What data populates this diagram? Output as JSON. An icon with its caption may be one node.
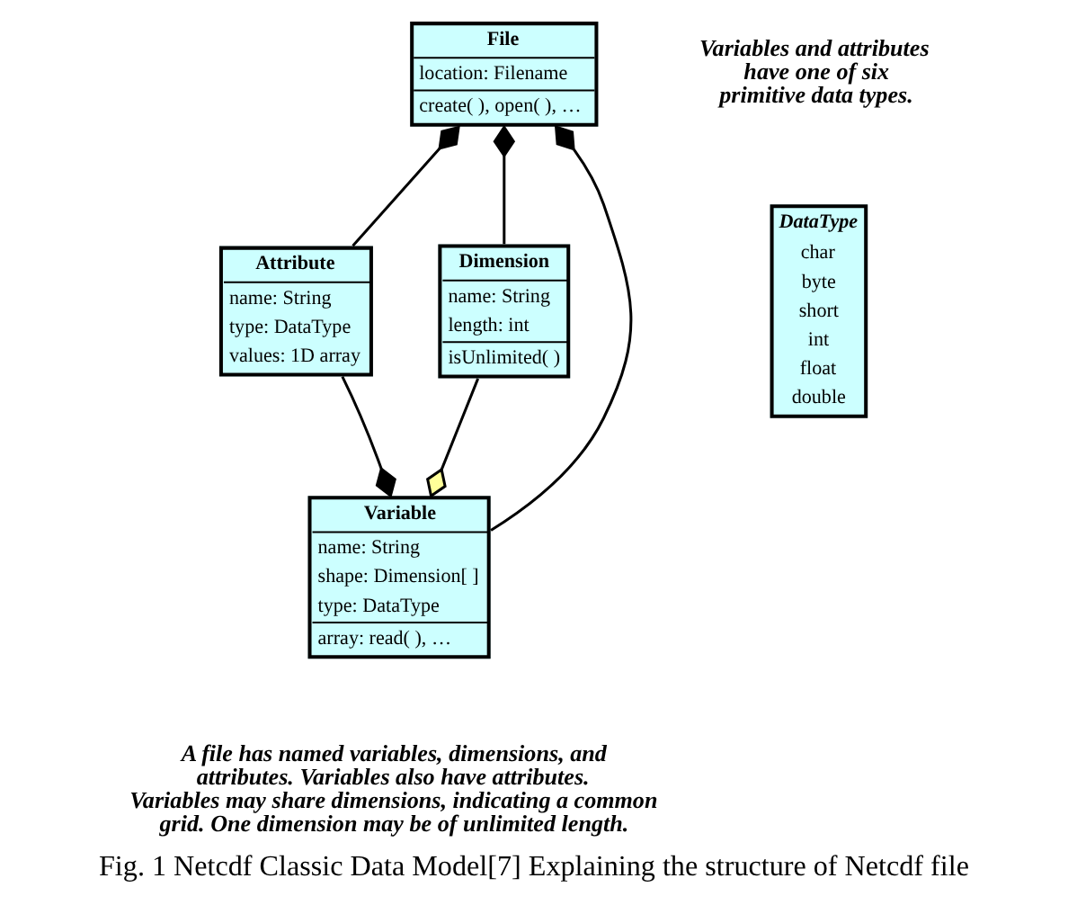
{
  "diagram": {
    "caption": "Fig. 1 Netcdf Classic Data Model[7] Explaining the structure of Netcdf file",
    "nodes": [
      {
        "text": [
          "File",
          "location: Filename",
          "create( ), open( ), …"
        ]
      },
      {
        "text": [
          "Attribute",
          "name: String",
          "type: DataType",
          "values: 1D array"
        ]
      },
      {
        "text": [
          "Dimension",
          "name: String",
          "length: int",
          "isUnlimited( )"
        ]
      },
      {
        "text": [
          "Variable",
          "name: String",
          "shape: Dimension[ ]",
          "type: DataType",
          "array: read( ), …"
        ]
      },
      {
        "text": [
          "DataType",
          "char",
          "byte",
          "short",
          "int",
          "float",
          "double"
        ]
      }
    ],
    "edges": [
      {
        "from": 0,
        "to": 1,
        "arrow": "other"
      },
      {
        "from": 0,
        "to": 2,
        "arrow": "other"
      },
      {
        "from": 0,
        "to": 3,
        "arrow": "other"
      },
      {
        "from": 3,
        "to": 1,
        "arrow": "other"
      },
      {
        "from": 3,
        "to": 2,
        "arrow": "other"
      }
    ],
    "labels": [
      "Variables and attributes have one of six primitive data types.",
      "A file has named variables, dimensions, and attributes. Variables also have attributes. Variables may share dimensions, indicating a common grid. One dimension may be of unlimited length."
    ]
  }
}
